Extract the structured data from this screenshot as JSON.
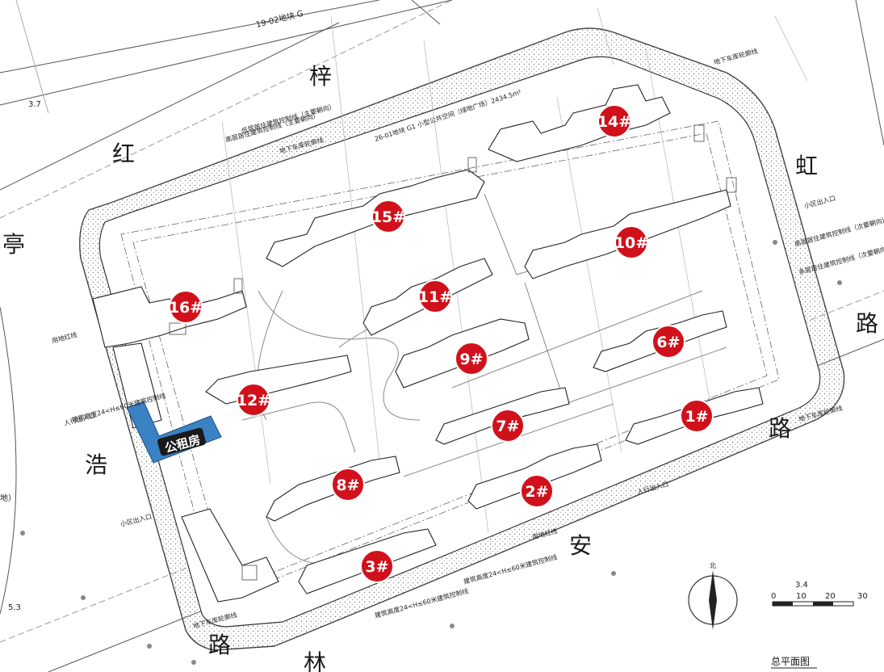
{
  "top_parcel_label": "19-02地块 G",
  "small_num_top": "3.7",
  "small_num_bl": "5.3",
  "small_num_br": "3.4",
  "open_space_label": "26-01地块 G1 小型公共空间（绿地广场）2434.5m²",
  "road_chars": {
    "zi": "梓",
    "hong_left": "红",
    "ting": "亭",
    "hong_right": "虹",
    "lu_right": "路",
    "hao": "浩",
    "lu_mid": "路",
    "an": "安",
    "lu_left": "路",
    "lin": "林"
  },
  "edge_di": "地）",
  "gate_labels": {
    "pedestrian_left": "人行出入口",
    "community_left": "小区出入口",
    "pedestrian_bottom": "人行出入口",
    "community_right": "小区出入口"
  },
  "annotations": {
    "garage_top": "地下车库轮廓线",
    "garage_bottom": "地下车库轮廓线",
    "garage_left": "地下车库轮廓线",
    "garage_br": "地下车库轮廓线",
    "redline_left": "用地红线",
    "redline_bottom": "用地红线",
    "setback_high": "高层居住建筑控制线（主要朝向）",
    "setback_low": "低层居住建筑控制线（主要朝向）",
    "setback_24m": "建筑高度24<H≤60米建筑控制线",
    "setback_24m_bottom": "建筑高度24<H≤60米建筑控制线",
    "setback_24m_left": "建筑高度24<H≤60米建筑控制线",
    "setback_right": "高层居住建筑控制线（次要朝向）",
    "setback_right2": "多层居住建筑控制线（次要朝向）"
  },
  "markers": [
    {
      "label": "1#"
    },
    {
      "label": "2#"
    },
    {
      "label": "3#"
    },
    {
      "label": "6#"
    },
    {
      "label": "7#"
    },
    {
      "label": "8#"
    },
    {
      "label": "9#"
    },
    {
      "label": "10#"
    },
    {
      "label": "11#"
    },
    {
      "label": "12#"
    },
    {
      "label": "14#"
    },
    {
      "label": "15#"
    },
    {
      "label": "16#"
    }
  ],
  "public_rental_label": "公租房",
  "north_label": "北",
  "scale_ticks": [
    "0",
    "10",
    "20",
    "30"
  ],
  "plan_title": "总平面图",
  "colors": {
    "marker": "#d0111b",
    "public_rental": "#3b82c4",
    "line": "#6f6f6f",
    "dark_line": "#2a2a2a"
  }
}
